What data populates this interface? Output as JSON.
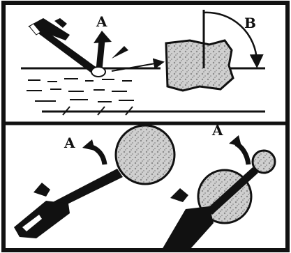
{
  "labels": {
    "top_left_arrow": "A",
    "top_right_angle": "B",
    "bottom_left_arrow": "A",
    "bottom_right_arrow": "A"
  },
  "colors": {
    "ink": "#111111",
    "background": "#ffffff",
    "wood": "#cfcfcf"
  },
  "icons": {
    "saw": "chainsaw-icon",
    "arrow": "kickback-arrow-icon",
    "log": "log-end-icon"
  }
}
